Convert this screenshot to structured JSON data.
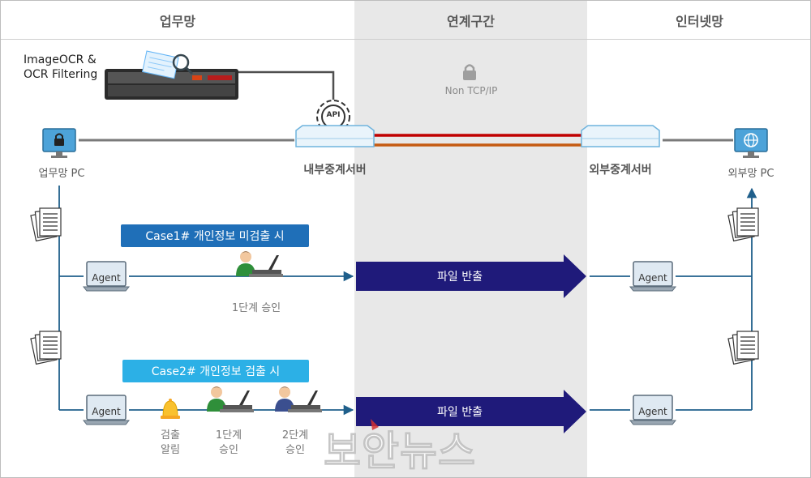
{
  "zones": {
    "left": "업무망",
    "middle": "연계구간",
    "right": "인터넷망"
  },
  "server": {
    "label_line1": "ImageOCR &",
    "label_line2": "OCR Filtering",
    "api_label": "API"
  },
  "middle_lock_label": "Non TCP/IP",
  "nodes": {
    "work_pc": "업무망 PC",
    "internal_relay": "내부중계서버",
    "external_relay": "외부중계서버",
    "internet_pc": "외부망 PC"
  },
  "case1": {
    "banner": "Case1# 개인정보 미검출 시",
    "agent_left": "Agent",
    "approval": "1단계 승인",
    "arrow": "파일 반출",
    "agent_right": "Agent"
  },
  "case2": {
    "banner": "Case2# 개인정보 검출 시",
    "agent_left": "Agent",
    "alert_line1": "검출",
    "alert_line2": "알림",
    "approval1_line1": "1단계",
    "approval1_line2": "승인",
    "approval2_line1": "2단계",
    "approval2_line2": "승인",
    "arrow": "파일 반출",
    "agent_right": "Agent"
  },
  "watermark": "보안뉴스",
  "colors": {
    "case1_banner": "#1f6fb8",
    "case2_banner": "#2cb0e6",
    "arrow_fill": "#1f1a7a",
    "link_red": "#c00000",
    "link_brown": "#c55a11",
    "line_blue": "#1f5f8b",
    "mid_zone": "#e8e8e8"
  }
}
